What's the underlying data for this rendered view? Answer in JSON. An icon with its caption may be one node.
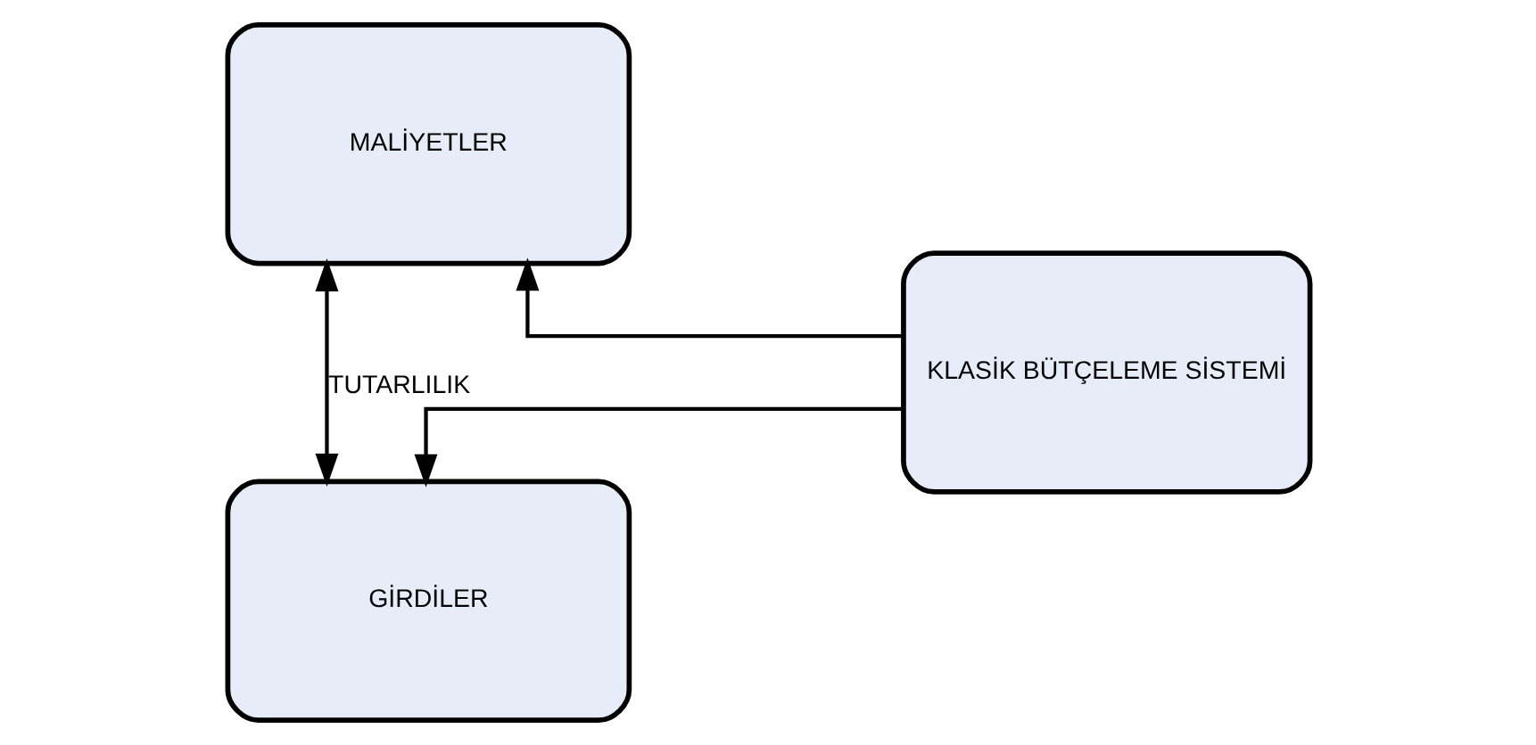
{
  "diagram": {
    "nodes": [
      {
        "text": [
          "MALİYETLER"
        ]
      },
      {
        "text": [
          "KLASİK BÜTÇELEME SİSTEMİ"
        ]
      },
      {
        "text": [
          "GİRDİLER"
        ]
      }
    ],
    "edges": [
      {
        "from": 1,
        "to": 0,
        "arrow": "to"
      },
      {
        "from": 1,
        "to": 2,
        "arrow": "to"
      },
      {
        "from": 0,
        "to": 2,
        "arrow": "both",
        "label": "TUTARLILIK"
      }
    ]
  }
}
